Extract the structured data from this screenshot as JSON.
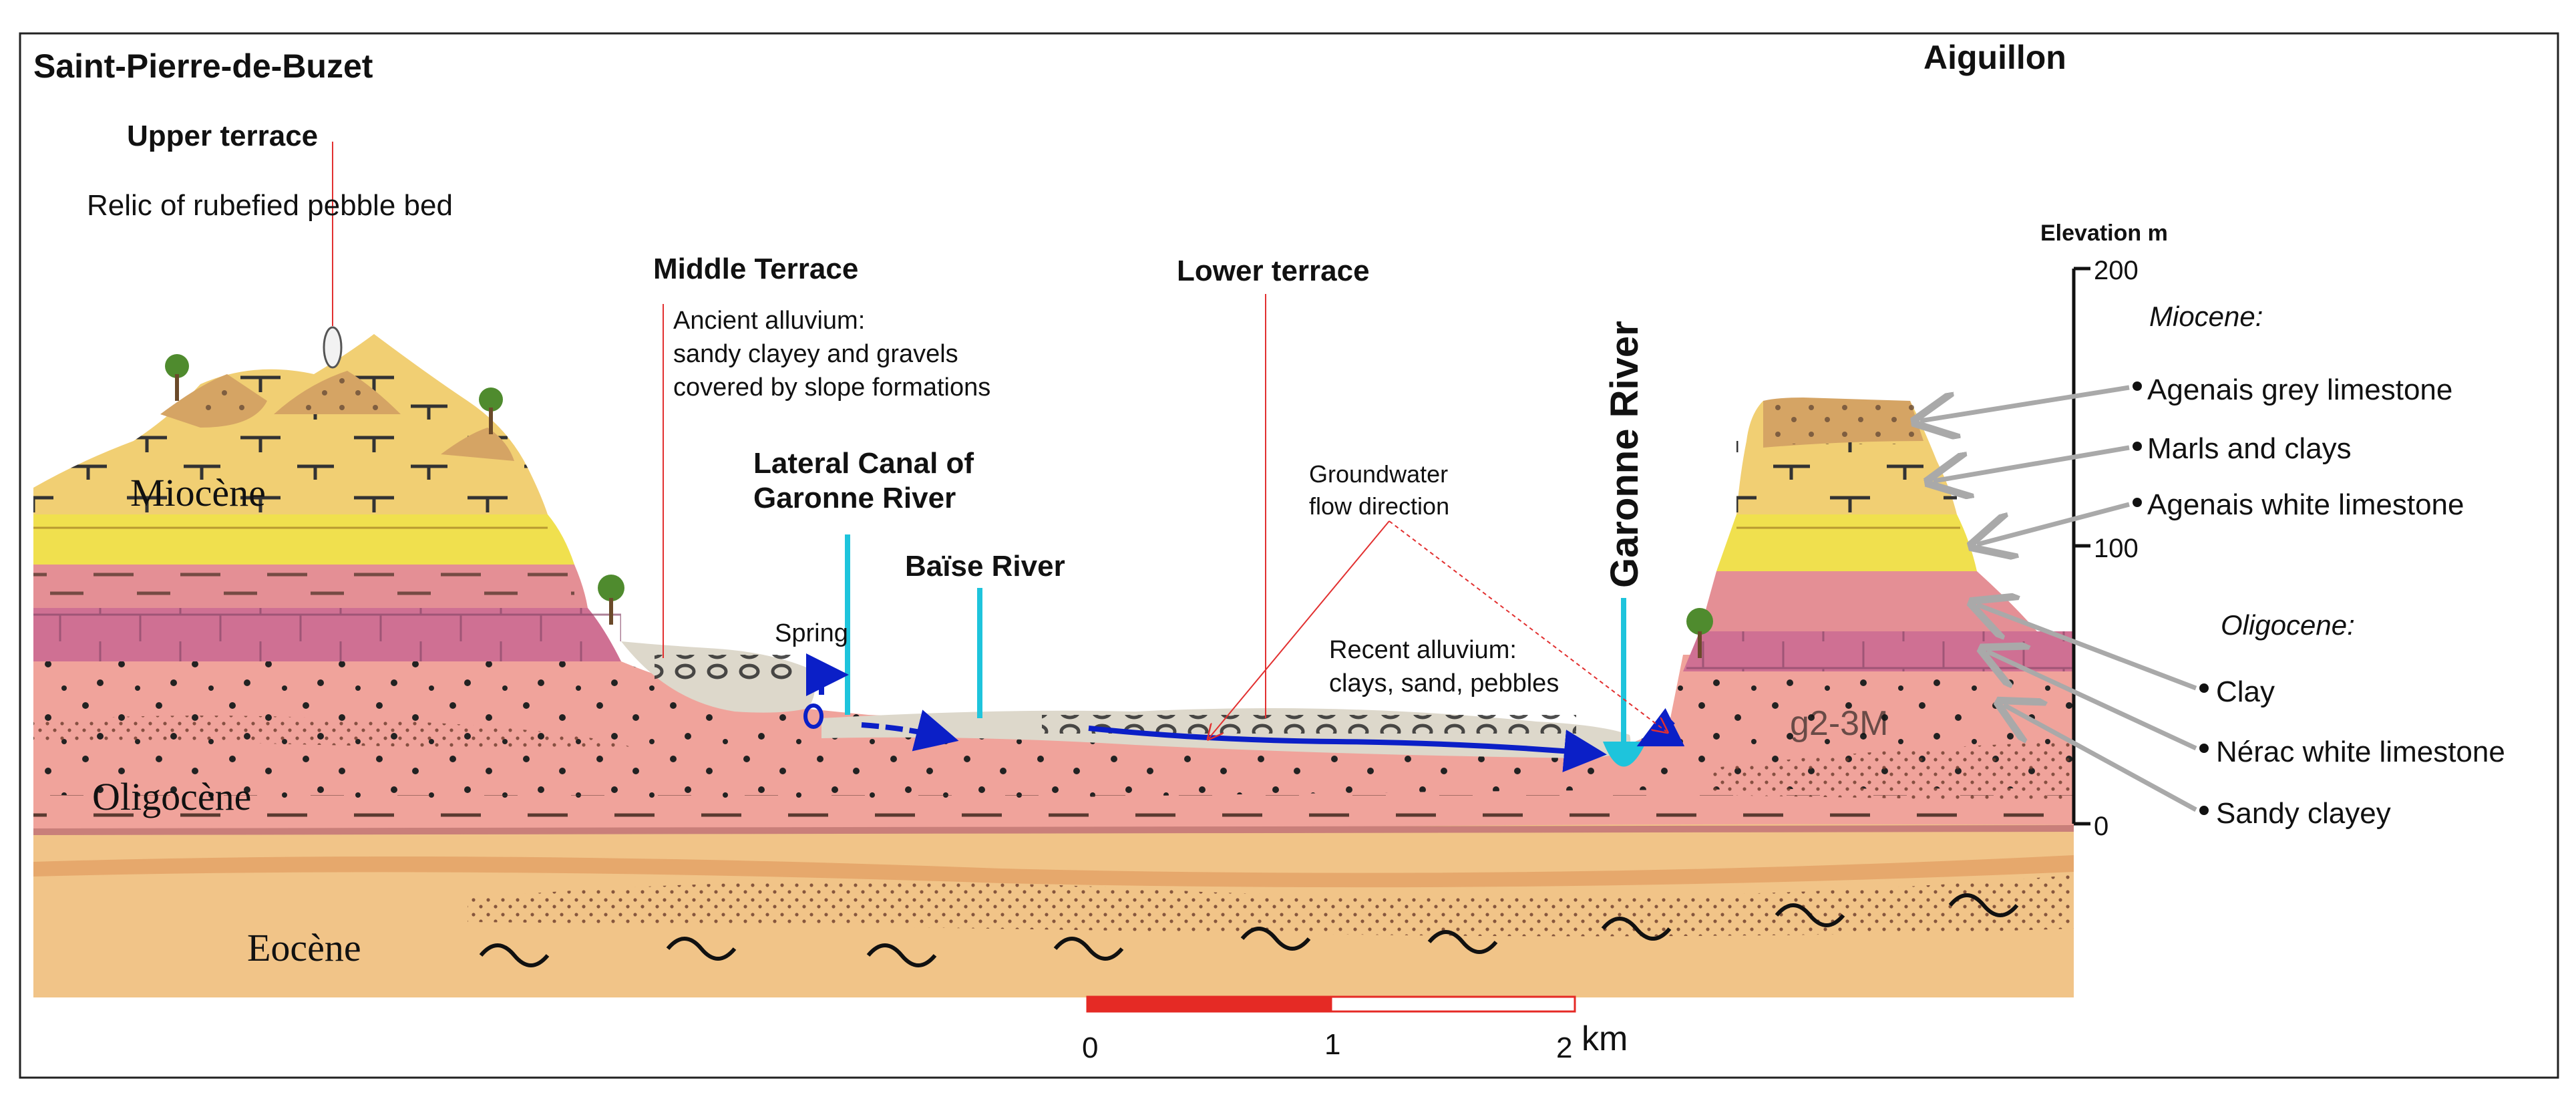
{
  "places": {
    "left": "Saint-Pierre-de-Buzet",
    "right": "Aiguillon"
  },
  "terraces": {
    "upper": {
      "title": "Upper terrace",
      "note": "Relic of rubefied pebble bed"
    },
    "middle": {
      "title": "Middle Terrace",
      "note_lines": [
        "Ancient alluvium:",
        "sandy clayey and gravels",
        "covered by slope formations"
      ]
    },
    "lower": {
      "title": "Lower terrace"
    }
  },
  "features": {
    "canal_lines": [
      "Lateral Canal of",
      "Garonne River"
    ],
    "baise": "Baïse River",
    "garonne": "Garonne River",
    "spring": "Spring",
    "groundwater_lines": [
      "Groundwater",
      "flow direction"
    ],
    "recent_alluvium_lines": [
      "Recent alluvium:",
      "clays, sand, pebbles"
    ],
    "map_code": "g2-3M"
  },
  "section_labels": {
    "miocene": "Miocène",
    "oligocene": "Oligocène",
    "eocene": "Eocène"
  },
  "elevation": {
    "title": "Elevation m",
    "ticks": [
      "200",
      "100",
      "0"
    ]
  },
  "legend": {
    "miocene_heading": "Miocene:",
    "oligocene_heading": "Oligocene:",
    "items": [
      "Agenais grey limestone",
      "Marls and clays",
      "Agenais white limestone",
      "Clay",
      "Nérac white limestone",
      "Sandy clayey"
    ]
  },
  "scale": {
    "ticks": [
      "0",
      "1",
      "2"
    ],
    "unit": "km"
  },
  "colors": {
    "eocene": "#f1c488",
    "oligocene": "#f0a39b",
    "clay": "#e48f95",
    "nerac": "#cf7093",
    "white_limestone": "#f0e04e",
    "marls": "#f1cf73",
    "grey_limestone": "#d5a464",
    "alluvium": "#ddd8cb",
    "water": "#1ec4dc",
    "flow": "#0b1fc7",
    "scale_red": "#e52a25"
  }
}
